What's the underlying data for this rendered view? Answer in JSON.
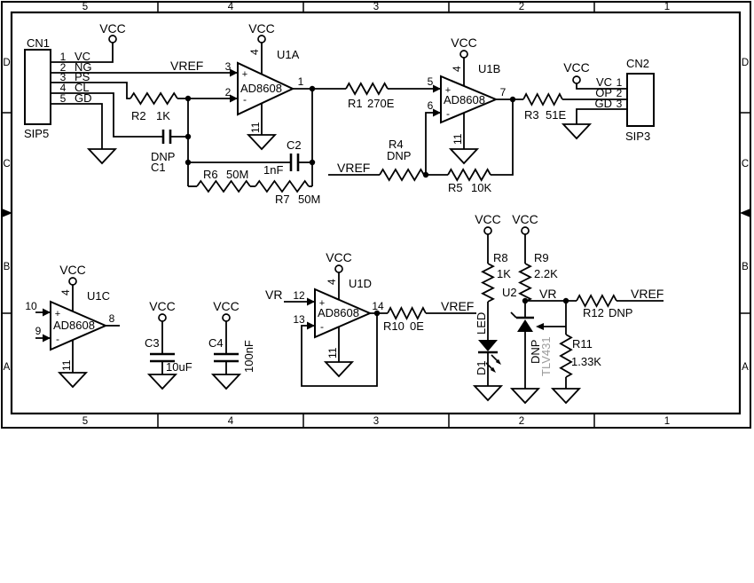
{
  "frame": {
    "cols": [
      "5",
      "4",
      "3",
      "2",
      "1"
    ],
    "rows": [
      "D",
      "C",
      "B",
      "A"
    ]
  },
  "nets": {
    "vcc": "VCC",
    "vref": "VREF",
    "vr": "VR"
  },
  "polarity": {
    "plus": "+",
    "minus": "-"
  },
  "connectors": {
    "cn1": {
      "ref": "CN1",
      "type": "SIP5",
      "pins": [
        {
          "num": "1",
          "name": "VC"
        },
        {
          "num": "2",
          "name": "NG"
        },
        {
          "num": "3",
          "name": "PS"
        },
        {
          "num": "4",
          "name": "CL"
        },
        {
          "num": "5",
          "name": "GD"
        }
      ]
    },
    "cn2": {
      "ref": "CN2",
      "type": "SIP3",
      "pins": [
        {
          "num": "1",
          "name": "VC"
        },
        {
          "num": "2",
          "name": "OP"
        },
        {
          "num": "3",
          "name": "GD"
        }
      ]
    }
  },
  "opamps": {
    "u1a": {
      "ref": "U1A",
      "part": "AD8608",
      "pin_plus": "3",
      "pin_minus": "2",
      "pin_out": "1",
      "pin_vcc": "4",
      "pin_gnd": "11"
    },
    "u1b": {
      "ref": "U1B",
      "part": "AD8608",
      "pin_plus": "5",
      "pin_minus": "6",
      "pin_out": "7",
      "pin_vcc": "4",
      "pin_gnd": "11"
    },
    "u1c": {
      "ref": "U1C",
      "part": "AD8608",
      "pin_plus": "10",
      "pin_minus": "9",
      "pin_out": "8",
      "pin_vcc": "4",
      "pin_gnd": "11"
    },
    "u1d": {
      "ref": "U1D",
      "part": "AD8608",
      "pin_plus": "12",
      "pin_minus": "13",
      "pin_out": "14",
      "pin_vcc": "4",
      "pin_gnd": "11"
    }
  },
  "resistors": {
    "r1": {
      "ref": "R1",
      "value": "270E"
    },
    "r2": {
      "ref": "R2",
      "value": "1K"
    },
    "r3": {
      "ref": "R3",
      "value": "51E"
    },
    "r4": {
      "ref": "R4",
      "value": "DNP"
    },
    "r5": {
      "ref": "R5",
      "value": "10K"
    },
    "r6": {
      "ref": "R6",
      "value": "50M"
    },
    "r7": {
      "ref": "R7",
      "value": "50M"
    },
    "r8": {
      "ref": "R8",
      "value": "1K"
    },
    "r9": {
      "ref": "R9",
      "value": "2.2K"
    },
    "r10": {
      "ref": "R10",
      "value": "0E"
    },
    "r11": {
      "ref": "R11",
      "value": "1.33K"
    },
    "r12": {
      "ref": "R12",
      "value": "DNP"
    }
  },
  "capacitors": {
    "c1": {
      "ref": "C1",
      "value": "DNP"
    },
    "c2": {
      "ref": "C2",
      "value": "1nF"
    },
    "c3": {
      "ref": "C3",
      "value": "10uF"
    },
    "c4": {
      "ref": "C4",
      "value": "100nF"
    }
  },
  "led": {
    "ref": "D1",
    "label": "LED"
  },
  "shunt_ref": {
    "ref": "U2",
    "part": "TLV431",
    "note": "DNP"
  }
}
